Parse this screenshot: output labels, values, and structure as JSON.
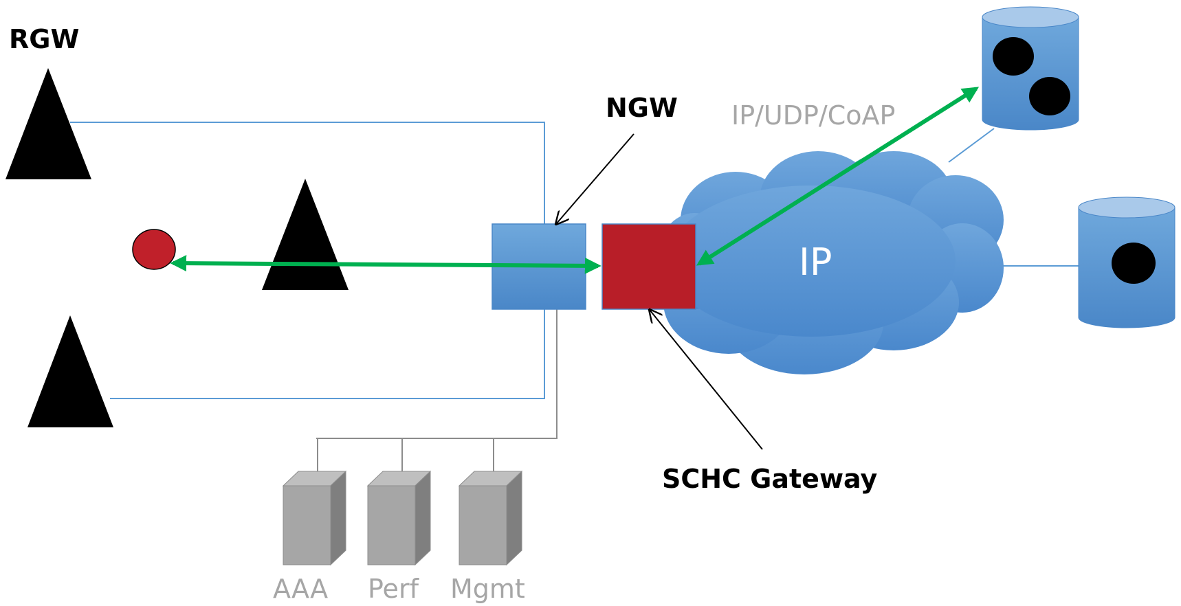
{
  "labels": {
    "rgw": "RGW",
    "ngw": "NGW",
    "protocol": "IP/UDP/CoAP",
    "ip": "IP",
    "schc_gateway": "SCHC Gateway",
    "servers": [
      "AAA",
      "Perf",
      "Mgmt"
    ]
  },
  "colors": {
    "link_blue": "#5b9bd5",
    "cloud_blue": "#5b9bd5",
    "schc_red": "#b81e28",
    "green_arrow": "#00b050",
    "server_gray": "#a6a6a6",
    "label_gray": "#a6a6a6",
    "device_red": "#c0202a"
  }
}
